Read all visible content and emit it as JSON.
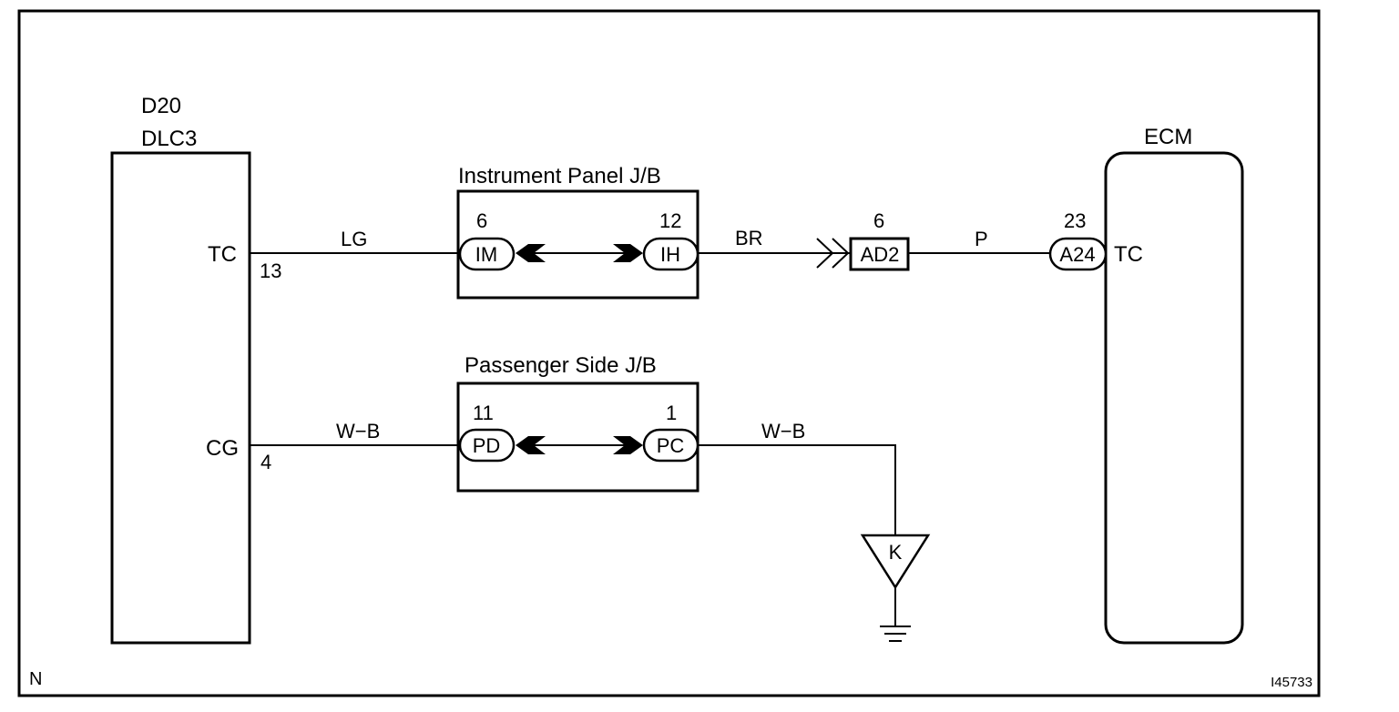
{
  "frame": {
    "corner_left": "N",
    "corner_right": "I45733"
  },
  "dlc3": {
    "code": "D20",
    "name": "DLC3",
    "pins": [
      {
        "label": "TC",
        "number": "13"
      },
      {
        "label": "CG",
        "number": "4"
      }
    ]
  },
  "ecm": {
    "name": "ECM",
    "pin_label": "TC",
    "connector": "A24",
    "connector_pin": "23"
  },
  "instrument_panel_jb": {
    "title": "Instrument Panel J/B",
    "left_connector": "IM",
    "left_pin": "6",
    "right_connector": "IH",
    "right_pin": "12"
  },
  "passenger_side_jb": {
    "title": "Passenger Side J/B",
    "left_connector": "PD",
    "left_pin": "11",
    "right_connector": "PC",
    "right_pin": "1"
  },
  "junction_connector": {
    "name": "AD2",
    "pin": "6"
  },
  "wires": {
    "tc_to_jb": "LG",
    "jb_to_ad2": "BR",
    "ad2_to_ecm": "P",
    "cg_to_jb": "W−B",
    "jb_to_ground": "W−B"
  },
  "ground_point": "K"
}
